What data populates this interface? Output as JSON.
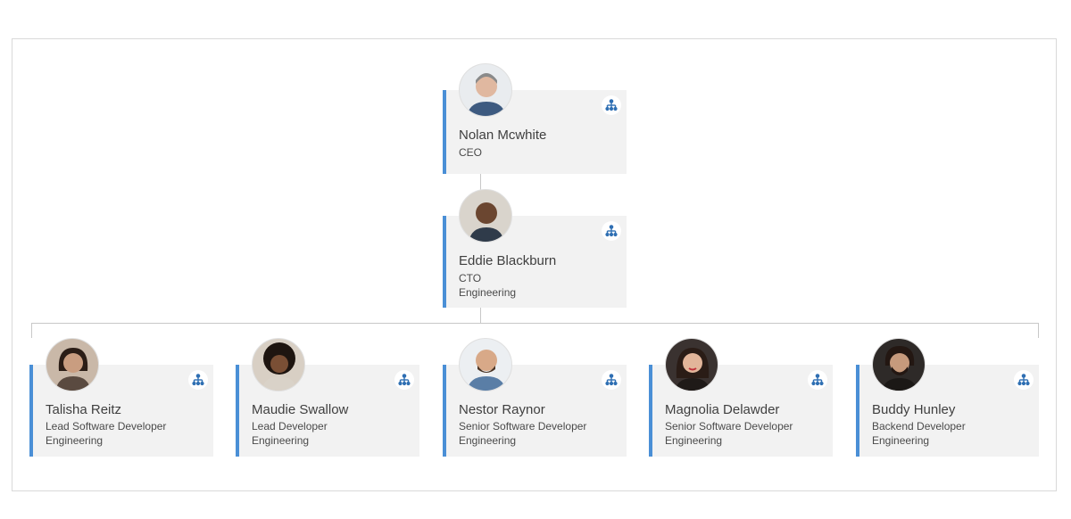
{
  "colors": {
    "accent": "#4a8fd6",
    "card_bg": "#f2f2f2",
    "connector": "#c8c8c8",
    "icon": "#2f6fb3"
  },
  "ceo": {
    "name": "Nolan Mcwhite",
    "title": "CEO",
    "icon": "org-chart-icon"
  },
  "cto": {
    "name": "Eddie Blackburn",
    "title": "CTO",
    "department": "Engineering",
    "icon": "org-chart-icon"
  },
  "reports": [
    {
      "name": "Talisha Reitz",
      "title": "Lead Software Developer",
      "department": "Engineering"
    },
    {
      "name": "Maudie Swallow",
      "title": "Lead Developer",
      "department": "Engineering"
    },
    {
      "name": "Nestor Raynor",
      "title": "Senior Software Developer",
      "department": "Engineering"
    },
    {
      "name": "Magnolia Delawder",
      "title": "Senior Software Developer",
      "department": "Engineering"
    },
    {
      "name": "Buddy Hunley",
      "title": "Backend Developer",
      "department": "Engineering"
    }
  ]
}
